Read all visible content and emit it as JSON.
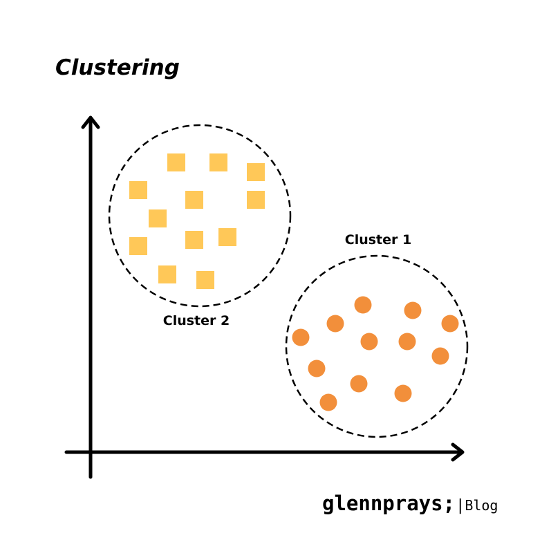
{
  "title": "Clustering",
  "brand": {
    "name": "glennprays;",
    "separator": "|",
    "suffix": "Blog"
  },
  "colors": {
    "square_fill": "#FFC858",
    "circle_fill": "#F28F3B",
    "stroke": "#000000"
  },
  "clusters": [
    {
      "label": "Cluster 1",
      "marker": "circle",
      "points": [
        [
          525,
          441
        ],
        [
          597,
          449
        ],
        [
          651,
          468
        ],
        [
          485,
          468
        ],
        [
          435,
          488
        ],
        [
          534,
          494
        ],
        [
          589,
          494
        ],
        [
          637,
          515
        ],
        [
          458,
          533
        ],
        [
          519,
          555
        ],
        [
          583,
          569
        ],
        [
          475,
          582
        ]
      ]
    },
    {
      "label": "Cluster 2",
      "marker": "square",
      "points": [
        [
          255,
          235
        ],
        [
          316,
          235
        ],
        [
          370,
          249
        ],
        [
          200,
          275
        ],
        [
          281,
          289
        ],
        [
          370,
          289
        ],
        [
          228,
          316
        ],
        [
          281,
          347
        ],
        [
          329,
          343
        ],
        [
          200,
          356
        ],
        [
          242,
          397
        ],
        [
          297,
          405
        ]
      ]
    }
  ]
}
